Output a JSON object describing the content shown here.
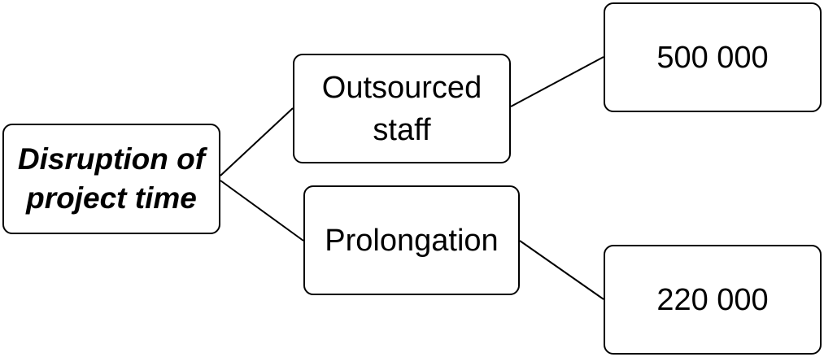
{
  "diagram": {
    "root": {
      "label_line1": "Disruption of",
      "label_line2": "project time"
    },
    "branches": [
      {
        "label_line1": "Outsourced",
        "label_line2": "staff",
        "value": "500 000"
      },
      {
        "label": "Prolongation",
        "value": "220 000"
      }
    ]
  },
  "colors": {
    "stroke": "#000000",
    "background": "#ffffff",
    "text": "#000000"
  }
}
